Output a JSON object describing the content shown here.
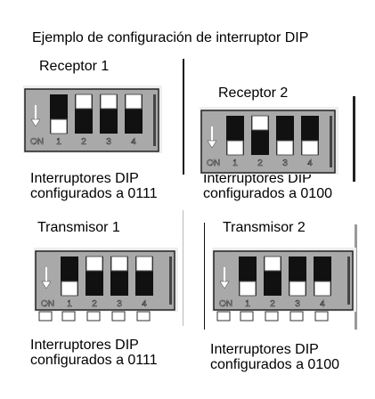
{
  "title": "Ejemplo de configuración de interruptor DIP",
  "panels": [
    {
      "name": "Receptor 1",
      "on_label": "ON",
      "positions": [
        "1",
        "2",
        "3",
        "4"
      ],
      "states": [
        0,
        1,
        1,
        1
      ],
      "caption_line1": "Interruptores DIP",
      "caption_line2": "configurados a 0111"
    },
    {
      "name": "Receptor 2",
      "on_label": "ON",
      "positions": [
        "1",
        "2",
        "3",
        "4"
      ],
      "states": [
        0,
        1,
        0,
        0
      ],
      "caption_line1": "Interruptores DIP",
      "caption_line2": "configurados a 0100"
    },
    {
      "name": "Transmisor 1",
      "on_label": "ON",
      "positions": [
        "1",
        "2",
        "3",
        "4"
      ],
      "states": [
        0,
        1,
        1,
        1
      ],
      "caption_line1": "Interruptores DIP",
      "caption_line2": "configurados a 0111"
    },
    {
      "name": "Transmisor 2",
      "on_label": "ON",
      "positions": [
        "1",
        "2",
        "3",
        "4"
      ],
      "states": [
        0,
        1,
        0,
        0
      ],
      "caption_line1": "Interruptores DIP",
      "caption_line2": "configurados a 0100"
    }
  ]
}
